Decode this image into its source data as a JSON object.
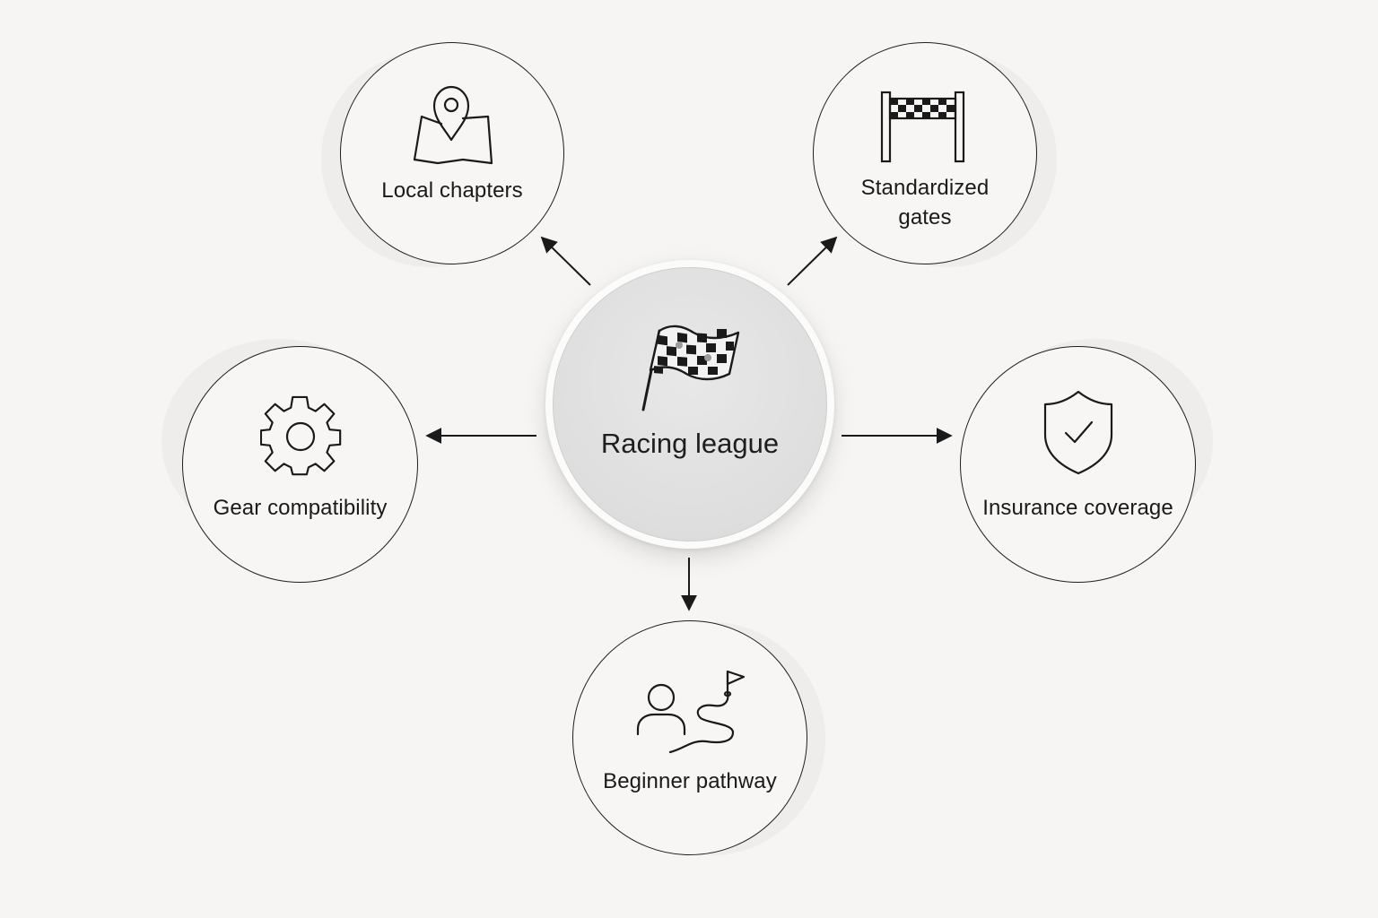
{
  "diagram": {
    "center": {
      "label": "Racing league",
      "icon": "checkered-flag-icon"
    },
    "nodes": [
      {
        "id": "local-chapters",
        "label": "Local chapters",
        "icon": "map-pin-icon"
      },
      {
        "id": "standardized-gates",
        "label_line1": "Standardized",
        "label_line2": "gates",
        "icon": "checkered-gate-icon"
      },
      {
        "id": "gear-compatibility",
        "label": "Gear compatibility",
        "icon": "gear-icon"
      },
      {
        "id": "insurance-coverage",
        "label": "Insurance coverage",
        "icon": "shield-check-icon"
      },
      {
        "id": "beginner-pathway",
        "label": "Beginner pathway",
        "icon": "person-path-flag-icon"
      }
    ],
    "colors": {
      "background": "#f6f5f3",
      "stroke": "#1f1f1f",
      "center_fill": "#e2e2e2"
    }
  }
}
